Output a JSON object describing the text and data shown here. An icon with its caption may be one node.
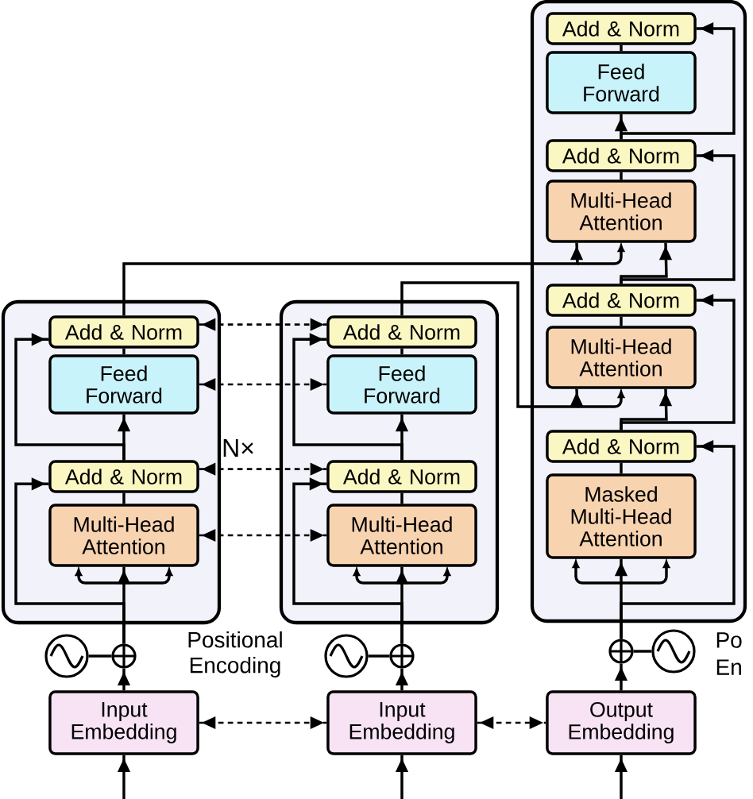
{
  "diagram": {
    "nodes": [
      {
        "text": [],
        "shape": "box"
      },
      {
        "text": [
          "Add & Norm"
        ],
        "in": 0
      },
      {
        "text": [
          "Feed Forward"
        ],
        "in": 0
      },
      {
        "text": [
          "Add & Norm"
        ],
        "in": 0
      },
      {
        "text": [
          "Multi-Head Attention"
        ],
        "in": 0
      },
      {
        "text": [],
        "shape": "box"
      },
      {
        "text": [
          "Add & Norm"
        ],
        "in": 5
      },
      {
        "text": [
          "Feed Forward"
        ],
        "in": 5
      },
      {
        "text": [
          "Add & Norm"
        ],
        "in": 5
      },
      {
        "text": [
          "Multi-Head Attention"
        ],
        "in": 5
      },
      {
        "text": [],
        "shape": "box"
      },
      {
        "text": [
          "Add & Norm"
        ],
        "in": 10
      },
      {
        "text": [
          "Feed Forward"
        ],
        "in": 10
      },
      {
        "text": [
          "Add & Norm"
        ],
        "in": 10
      },
      {
        "text": [
          "Multi-Head Attention"
        ],
        "in": 10
      },
      {
        "text": [
          "Add & Norm"
        ],
        "in": 10
      },
      {
        "text": [
          "Multi-Head Attention"
        ],
        "in": 10
      },
      {
        "text": [
          "Add & Norm"
        ],
        "in": 10
      },
      {
        "text": [
          "Masked Multi-Head Attention"
        ],
        "in": 10
      },
      {
        "text": [],
        "shape": "circle"
      },
      {
        "text": [],
        "shape": "circle"
      },
      {
        "text": [
          "Input Embedding"
        ]
      },
      {
        "text": [],
        "shape": "circle"
      },
      {
        "text": [],
        "shape": "circle"
      },
      {
        "text": [
          "Input Embedding"
        ]
      },
      {
        "text": [],
        "shape": "circle"
      },
      {
        "text": [],
        "shape": "circle"
      },
      {
        "text": [
          "Output Embedding"
        ]
      }
    ],
    "edges": [
      {
        "from": null,
        "to": 21,
        "arrow": "to"
      },
      {
        "from": 21,
        "to": 20,
        "arrow": "to"
      },
      {
        "from": 19,
        "to": 20,
        "arrow": "none"
      },
      {
        "from": 20,
        "to": 4,
        "arrow": "to"
      },
      {
        "from": 20,
        "to": 3,
        "arrow": "to"
      },
      {
        "from": 4,
        "to": 3,
        "arrow": "none"
      },
      {
        "from": 3,
        "to": 2,
        "arrow": "to"
      },
      {
        "from": 3,
        "to": 1,
        "arrow": "to"
      },
      {
        "from": 2,
        "to": 1,
        "arrow": "none"
      },
      {
        "from": 1,
        "to": 14,
        "arrow": "to"
      },
      {
        "from": null,
        "to": 24,
        "arrow": "to"
      },
      {
        "from": 24,
        "to": 23,
        "arrow": "to"
      },
      {
        "from": 22,
        "to": 23,
        "arrow": "none"
      },
      {
        "from": 23,
        "to": 9,
        "arrow": "to"
      },
      {
        "from": 23,
        "to": 8,
        "arrow": "to"
      },
      {
        "from": 9,
        "to": 8,
        "arrow": "none"
      },
      {
        "from": 8,
        "to": 7,
        "arrow": "to"
      },
      {
        "from": 8,
        "to": 6,
        "arrow": "to"
      },
      {
        "from": 7,
        "to": 6,
        "arrow": "none"
      },
      {
        "from": 6,
        "to": 16,
        "arrow": "to"
      },
      {
        "from": null,
        "to": 27,
        "arrow": "to"
      },
      {
        "from": 27,
        "to": 25,
        "arrow": "to"
      },
      {
        "from": 26,
        "to": 25,
        "arrow": "none"
      },
      {
        "from": 25,
        "to": 18,
        "arrow": "to"
      },
      {
        "from": 25,
        "to": 17,
        "arrow": "to"
      },
      {
        "from": 18,
        "to": 17,
        "arrow": "none"
      },
      {
        "from": 17,
        "to": 16,
        "arrow": "to"
      },
      {
        "from": 17,
        "to": 15,
        "arrow": "to"
      },
      {
        "from": 16,
        "to": 15,
        "arrow": "none"
      },
      {
        "from": 15,
        "to": 14,
        "arrow": "to"
      },
      {
        "from": 15,
        "to": 13,
        "arrow": "to"
      },
      {
        "from": 14,
        "to": 13,
        "arrow": "none"
      },
      {
        "from": 13,
        "to": 12,
        "arrow": "to"
      },
      {
        "from": 13,
        "to": 11,
        "arrow": "to"
      },
      {
        "from": 12,
        "to": 11,
        "arrow": "none"
      },
      {
        "from": 1,
        "to": 6,
        "arrow": "both",
        "style": "dashed"
      },
      {
        "from": 2,
        "to": 7,
        "arrow": "both",
        "style": "dashed"
      },
      {
        "from": 3,
        "to": 8,
        "arrow": "both",
        "style": "dashed"
      },
      {
        "from": 4,
        "to": 9,
        "arrow": "both",
        "style": "dashed"
      },
      {
        "from": 21,
        "to": 24,
        "arrow": "both",
        "style": "dashed"
      },
      {
        "from": 24,
        "to": 27,
        "arrow": "both",
        "style": "dashed"
      }
    ],
    "labels": [
      "N×",
      "Positional Encoding",
      "Po",
      "En"
    ]
  }
}
